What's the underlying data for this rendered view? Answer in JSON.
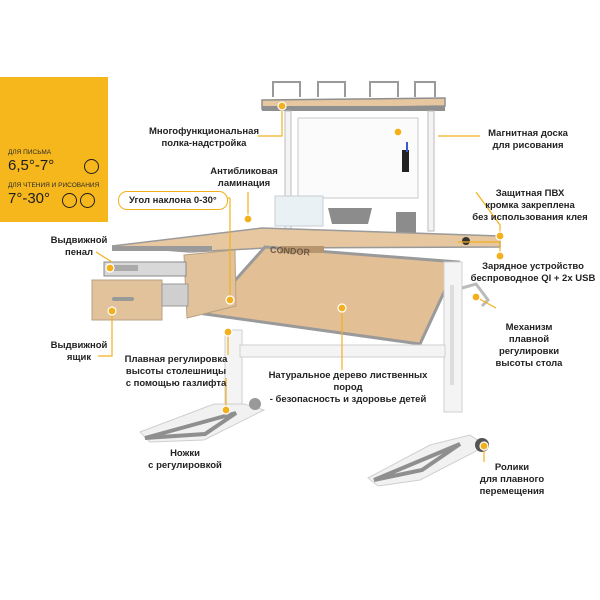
{
  "panel": {
    "writing_label": "ДЛЯ ПИСЬМА",
    "writing_angle": "6,5°-7°",
    "reading_label": "ДЛЯ ЧТЕНИЯ И РИСОВАНИЯ",
    "reading_angle": "7°-30°"
  },
  "tilt_label": "Угол наклона 0-30°",
  "desk_brand": "CONDOR",
  "callouts": {
    "shelf": "Многофункциональная\nполка-надстройка",
    "antiglare": "Антибликовая\nламинация",
    "pencil_case": "Выдвижной\nпенал",
    "drawer": "Выдвижной\nящик",
    "gas_lift": "Плавная регулировка\nвысоты столешницы\nс помощью газлифта",
    "legs": "Ножки\nс регулировкой",
    "wood": "Натуральное дерево лиственных пород\n- безопасность и здоровье детей",
    "magnetic_board": "Магнитная доска\nдля рисования",
    "pvc_edge": "Защитная ПВХ\nкромка закреплена\nбез использования клея",
    "charger": "Зарядное устройство\nбеспроводное QI + 2x USB",
    "mechanism": "Механизм\nплавной\nрегулировки\nвысоты стола",
    "rollers": "Ролики\nдля плавного\nперемещения"
  },
  "colors": {
    "accent": "#f6b71c",
    "wood": "#e6c7a0",
    "frame": "#f2f2f2",
    "edge": "#9a9a9a"
  }
}
